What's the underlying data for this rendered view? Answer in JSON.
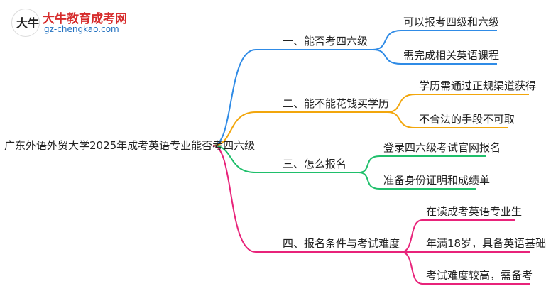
{
  "logo": {
    "mark": "大牛",
    "title": "大牛教育成考网",
    "url": "gz-chengkao.com"
  },
  "root": {
    "label": "广东外语外贸大学2025年成考英语专业能否考四六级"
  },
  "branches": [
    {
      "label": "一、能否考四六级",
      "color": "#2f8be6",
      "children": [
        "可以报考四级和六级",
        "需完成相关英语课程"
      ]
    },
    {
      "label": "二、能不能花钱买学历",
      "color": "#f2a60c",
      "children": [
        "学历需通过正规渠道获得",
        "不合法的手段不可取"
      ]
    },
    {
      "label": "三、怎么报名",
      "color": "#1fbf6b",
      "children": [
        "登录四六级考试官网报名",
        "准备身份证明和成绩单"
      ]
    },
    {
      "label": "四、报名条件与考试难度",
      "color": "#e8237a",
      "children": [
        "在读成考英语专业生",
        "年满18岁，具备英语基础",
        "考试难度较高，需备考"
      ]
    }
  ]
}
